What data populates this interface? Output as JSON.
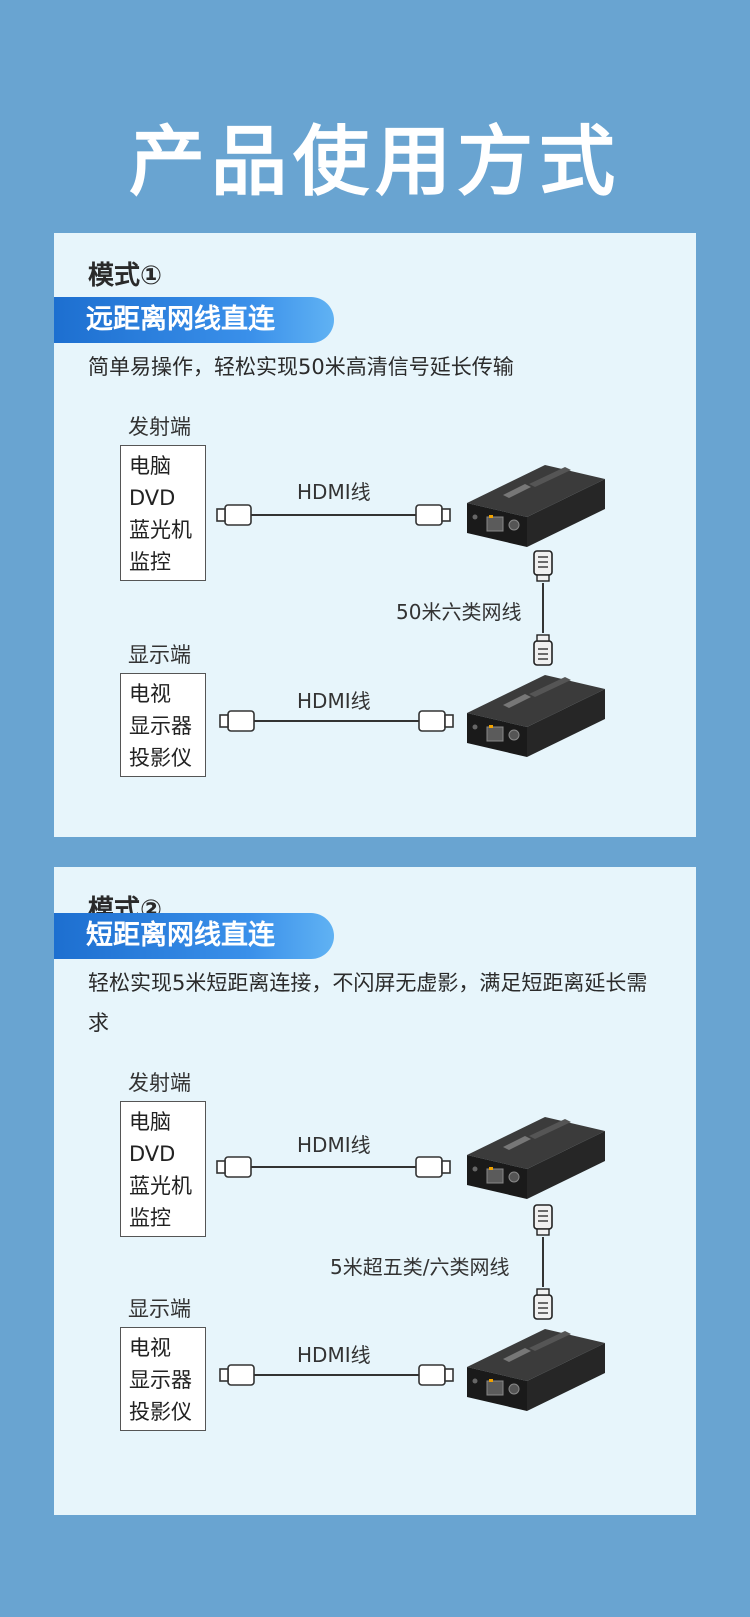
{
  "page_title": "产品使用方式",
  "modes": [
    {
      "mode_label": "模式①",
      "pill": "远距离网线直连",
      "desc": "简单易操作，轻松实现50米高清信号延长传输",
      "sender_label": "发射端",
      "sender_devices": [
        "电脑",
        "DVD",
        "蓝光机",
        "监控"
      ],
      "receiver_label": "显示端",
      "receiver_devices": [
        "电视",
        "显示器",
        "投影仪"
      ],
      "hdmi_label_top": "HDMI线",
      "hdmi_label_bottom": "HDMI线",
      "network_label": "50米六类网线"
    },
    {
      "mode_label": "模式②",
      "pill": "短距离网线直连",
      "desc": "轻松实现5米短距离连接，不闪屏无虚影，满足短距离延长需求",
      "sender_label": "发射端",
      "sender_devices": [
        "电脑",
        "DVD",
        "蓝光机",
        "监控"
      ],
      "receiver_label": "显示端",
      "receiver_devices": [
        "电视",
        "显示器",
        "投影仪"
      ],
      "hdmi_label_top": "HDMI线",
      "hdmi_label_bottom": "HDMI线",
      "network_label": "5米超五类/六类网线"
    }
  ],
  "colors": {
    "background": "#69a4d1",
    "panel": "#e7f5fb",
    "pill_start": "#1d6fd0",
    "pill_end": "#60b2f3"
  },
  "icons": [
    "hdmi-plug-icon",
    "rj45-plug-icon",
    "extender-device-icon"
  ]
}
